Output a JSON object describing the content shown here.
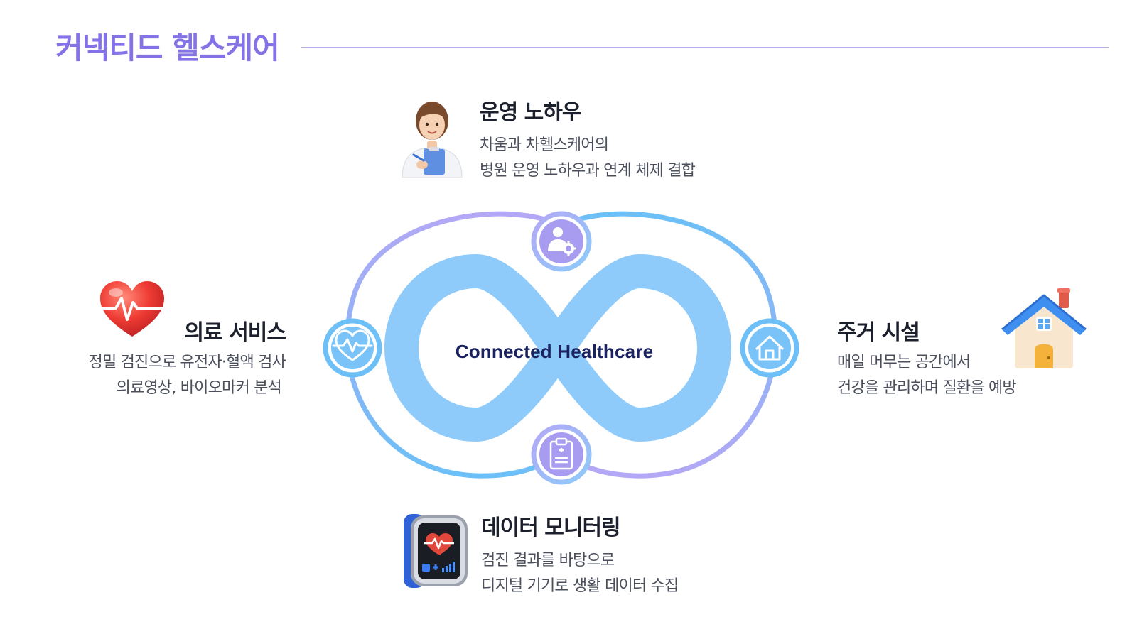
{
  "page": {
    "title": "커넥티드 헬스케어",
    "center_label": "Connected Healthcare"
  },
  "sections": {
    "operations": {
      "title": "운영 노하우",
      "lines": [
        "차움과 차헬스케어의",
        "병원 운영 노하우과 연계 체제 결합"
      ],
      "icon": "doctor-with-clipboard-icon"
    },
    "medical": {
      "title": "의료 서비스",
      "lines": [
        "정밀 검진으로 유전자·혈액 검사",
        "의료영상, 바이오마커 분석"
      ],
      "icon": "heart-pulse-icon"
    },
    "housing": {
      "title": "주거 시설",
      "lines": [
        "매일 머무는 공간에서",
        "건강을 관리하며 질환을 예방"
      ],
      "icon": "house-icon"
    },
    "data": {
      "title": "데이터 모니터링",
      "lines": [
        "검진 결과를 바탕으로",
        "디지털 기기로 생활 데이터 수집"
      ],
      "icon": "smartwatch-icon"
    }
  },
  "colors": {
    "accent": "#8473e6",
    "loop_purple": "#ab9ff4",
    "loop_blue": "#73c1f7",
    "infinity": "#8ecbfa",
    "center_text": "#1a2360"
  }
}
